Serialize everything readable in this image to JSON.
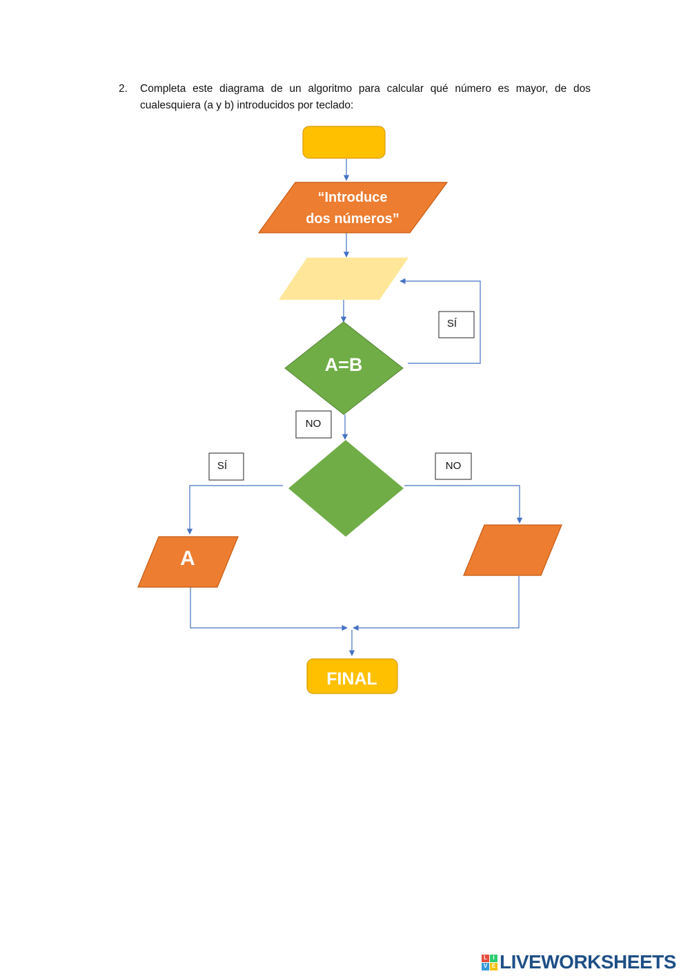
{
  "question": {
    "number": "2.",
    "text": "Completa este diagrama de un algoritmo para calcular qué número es mayor, de dos cualesquiera (a y b) introducidos por teclado:"
  },
  "flowchart": {
    "start_label": "",
    "output_line1": "“Introduce",
    "output_line2": "dos números”",
    "input_label": "",
    "decision1_label": "A=B",
    "decision1_yes": "SÍ",
    "decision1_no": "NO",
    "decision2_label": "",
    "decision2_yes": "SÍ",
    "decision2_no": "NO",
    "output_left_label": "A",
    "output_right_label": "",
    "end_label": "FINAL"
  },
  "colors": {
    "terminal": "#FFC000",
    "output": "#ED7D31",
    "input": "#FFE699",
    "decision": "#70AD47",
    "connector": "#4472C4"
  },
  "logo": {
    "mark_letters": [
      "L",
      "I",
      "V",
      "E"
    ],
    "text": "LIVEWORKSHEETS"
  }
}
